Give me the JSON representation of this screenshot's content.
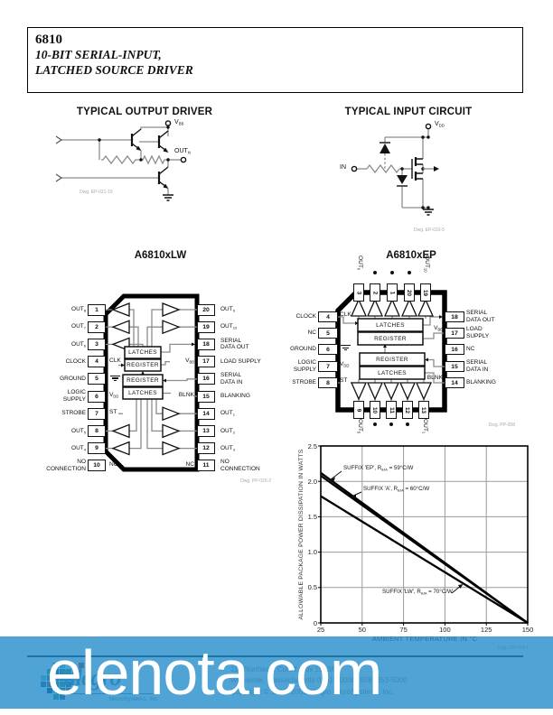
{
  "header": {
    "part": "6810",
    "subtitle1": "10-BIT SERIAL-INPUT,",
    "subtitle2": "LATCHED SOURCE DRIVER"
  },
  "output_driver": {
    "title": "TYPICAL OUTPUT DRIVER",
    "vbb": {
      "label": "V",
      "sub": "BB"
    },
    "out": {
      "label": "OUT",
      "sub": "N"
    },
    "caption": "Dwg. EP-021-19"
  },
  "input_circuit": {
    "title": "TYPICAL INPUT CIRCUIT",
    "vdd": {
      "label": "V",
      "sub": "DD"
    },
    "in_label": "IN",
    "caption": "Dwg. EP-010-5"
  },
  "lw": {
    "title": "A6810xLW",
    "caption": "Dwg. PP-020-2",
    "blocks": [
      "LATCHES",
      "REGISTER",
      "REGISTER",
      "LATCHES"
    ],
    "left_pins": [
      {
        "num": "1",
        "label": "OUT",
        "sub": "8"
      },
      {
        "num": "2",
        "label": "OUT",
        "sub": "7"
      },
      {
        "num": "3",
        "label": "OUT",
        "sub": "6"
      },
      {
        "num": "4",
        "label": "CLOCK",
        "inner": "CLK"
      },
      {
        "num": "5",
        "label": "GROUND",
        "inner": "gnd"
      },
      {
        "num": "6",
        "label": "LOGIC SUPPLY",
        "inner": "V_DD"
      },
      {
        "num": "7",
        "label": "STROBE",
        "inner": "ST"
      },
      {
        "num": "8",
        "label": "OUT",
        "sub": "5"
      },
      {
        "num": "9",
        "label": "OUT",
        "sub": "4"
      },
      {
        "num": "10",
        "label": "NO\nCONNECTION",
        "inner": "NC"
      }
    ],
    "right_pins": [
      {
        "num": "20",
        "label": "OUT",
        "sub": "9"
      },
      {
        "num": "19",
        "label": "OUT",
        "sub": "10"
      },
      {
        "num": "18",
        "label": "SERIAL\nDATA OUT"
      },
      {
        "num": "17",
        "label": "LOAD SUPPLY",
        "inner": "V_BB"
      },
      {
        "num": "16",
        "label": "SERIAL\nDATA IN"
      },
      {
        "num": "15",
        "label": "BLANKING",
        "inner": "BLNK"
      },
      {
        "num": "14",
        "label": "OUT",
        "sub": "1"
      },
      {
        "num": "13",
        "label": "OUT",
        "sub": "2"
      },
      {
        "num": "12",
        "label": "OUT",
        "sub": "3"
      },
      {
        "num": "11",
        "label": "NO\nCONNECTION",
        "inner": "NC"
      }
    ]
  },
  "ep": {
    "title": "A6810xEP",
    "caption": "Dwg. PP-008",
    "blocks": [
      "LATCHES",
      "REGISTER",
      "REGISTER",
      "LATCHES"
    ],
    "top_pins": [
      {
        "num": "3",
        "label": "OUT",
        "sub": "6"
      },
      {
        "num": "2"
      },
      {
        "num": "1"
      },
      {
        "num": "20"
      },
      {
        "num": "19",
        "label": "OUT",
        "sub": "10"
      }
    ],
    "left_pins": [
      {
        "num": "4",
        "label": "CLOCK",
        "inner": "CLK"
      },
      {
        "num": "5",
        "label": "NC"
      },
      {
        "num": "6",
        "label": "GROUND",
        "inner": "gnd"
      },
      {
        "num": "7",
        "label": "LOGIC\nSUPPLY",
        "inner": "V_DD"
      },
      {
        "num": "8",
        "label": "STROBE",
        "inner": "ST"
      }
    ],
    "right_pins": [
      {
        "num": "18",
        "label": "SERIAL\nDATA OUT"
      },
      {
        "num": "17",
        "label": "LOAD\nSUPPLY",
        "inner": "V_BB"
      },
      {
        "num": "16",
        "label": "NC"
      },
      {
        "num": "15",
        "label": "SERIAL\nDATA IN"
      },
      {
        "num": "14",
        "label": "BLANKING",
        "inner": "BLNK"
      }
    ],
    "bottom_pins": [
      {
        "num": "9",
        "label": "OUT",
        "sub": "5"
      },
      {
        "num": "10"
      },
      {
        "num": "11"
      },
      {
        "num": "12"
      },
      {
        "num": "13",
        "label": "OUT",
        "sub": "1"
      }
    ]
  },
  "chart_data": {
    "type": "line",
    "xlabel": "AMBIENT TEMPERATURE IN °C",
    "ylabel": "ALLOWABLE PACKAGE POWER DISSIPATION IN WATTS",
    "xlim": [
      25,
      150
    ],
    "ylim": [
      0,
      2.5
    ],
    "xticks": [
      25,
      50,
      75,
      100,
      125,
      150
    ],
    "yticks": [
      0,
      0.5,
      1.0,
      1.5,
      2.0,
      2.5
    ],
    "grid": true,
    "legend_position": "inline-annotations",
    "series": [
      {
        "name": "SUFFIX 'EP', RθJA = 59°C/W",
        "x": [
          25,
          150
        ],
        "y": [
          2.12,
          0
        ]
      },
      {
        "name": "SUFFIX 'A', RθJA = 60°C/W",
        "x": [
          25,
          150
        ],
        "y": [
          2.08,
          0
        ]
      },
      {
        "name": "SUFFIX 'LW', RθJA = 70°C/W",
        "x": [
          25,
          150
        ],
        "y": [
          1.79,
          0
        ]
      }
    ],
    "annotations": [
      {
        "pre": "SUFFIX 'EP', R",
        "sub": "θJA",
        "post": " = 59°C/W"
      },
      {
        "pre": "SUFFIX 'A', R",
        "sub": "θJA",
        "post": " = 60°C/W"
      },
      {
        "pre": "SUFFIX 'LW', R",
        "sub": "θJA",
        "post": " = 70°C/W"
      }
    ]
  },
  "chart_caption": "Dwg. GP-024-1",
  "footer": {
    "logo_text": "Allegro",
    "logo_sub": "MicroSystems, Inc.",
    "address1": "115 Northeast Cutoff, Box 15036",
    "address2": "Worcester, Massachusetts 01615-0036 (508) 853-5000",
    "address3": "Copyright © 1998, 2001 Allegro MicroSystems, Inc."
  },
  "watermark": {
    "text": "elenota.com",
    "text_color": "#ffffff",
    "banner_color": "rgba(30,138,201,0.78)"
  }
}
